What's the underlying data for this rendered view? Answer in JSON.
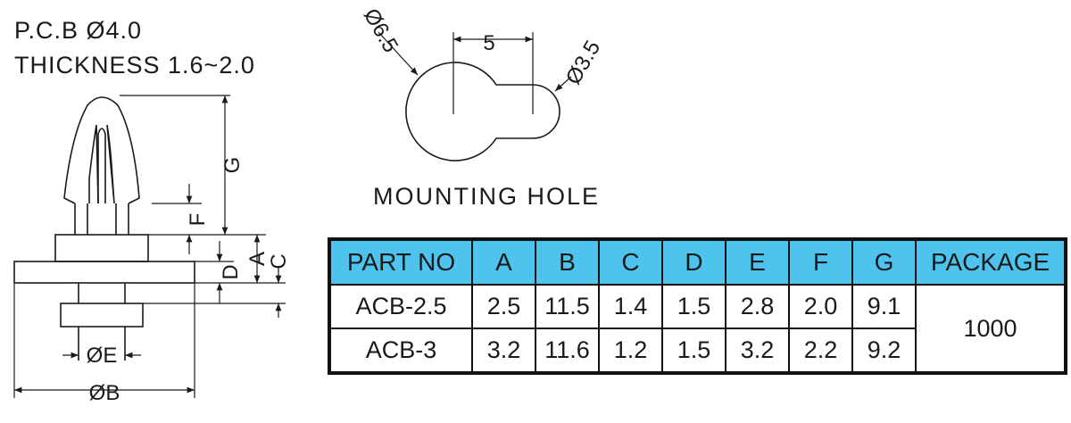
{
  "specs": {
    "pcb": "P.C.B  Ø4.0",
    "thickness": "THICKNESS 1.6~2.0"
  },
  "side_view": {
    "dims": {
      "g": "G",
      "f": "F",
      "d": "D",
      "a": "A",
      "c": "C",
      "e": "ØE",
      "b": "ØB"
    }
  },
  "mounting_hole": {
    "label": "MOUNTING  HOLE",
    "dia_large": "Ø6.5",
    "dia_small": "Ø3.5",
    "spacing": "5"
  },
  "table": {
    "headers": [
      "PART NO",
      "A",
      "B",
      "C",
      "D",
      "E",
      "F",
      "G",
      "PACKAGE"
    ],
    "rows": [
      {
        "part": "ACB-2.5",
        "values": [
          "2.5",
          "11.5",
          "1.4",
          "1.5",
          "2.8",
          "2.0",
          "9.1"
        ]
      },
      {
        "part": "ACB-3",
        "values": [
          "3.2",
          "11.6",
          "1.2",
          "1.5",
          "3.2",
          "2.2",
          "9.2"
        ]
      }
    ],
    "package": "1000"
  },
  "colors": {
    "header_fill": "#4dc3ee",
    "line": "#1a1a1a"
  }
}
